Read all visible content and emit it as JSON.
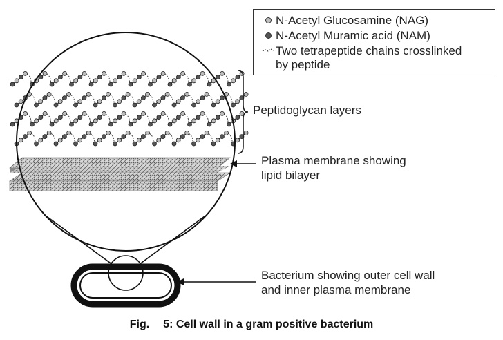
{
  "legend": {
    "items": [
      {
        "label": "N-Acetyl Glucosamine (NAG)",
        "icon": "nag-light-dot-icon",
        "color": "#bdbdbd"
      },
      {
        "label": "N-Acetyl Muramic acid (NAM)",
        "icon": "nam-dark-dot-icon",
        "color": "#555555"
      },
      {
        "label": "Two tetrapeptide chains crosslinked",
        "label2": "by peptide",
        "icon": "peptide-crosslink-dash-icon"
      }
    ]
  },
  "labels": {
    "peptidoglycan": "Peptidoglycan layers",
    "membrane_line1": "Plasma membrane showing",
    "membrane_line2": "lipid bilayer",
    "bacterium_line1": "Bacterium showing outer cell wall",
    "bacterium_line2": "and inner plasma membrane"
  },
  "caption": {
    "prefix": "Fig.",
    "text": "5: Cell wall in a gram positive bacterium"
  }
}
